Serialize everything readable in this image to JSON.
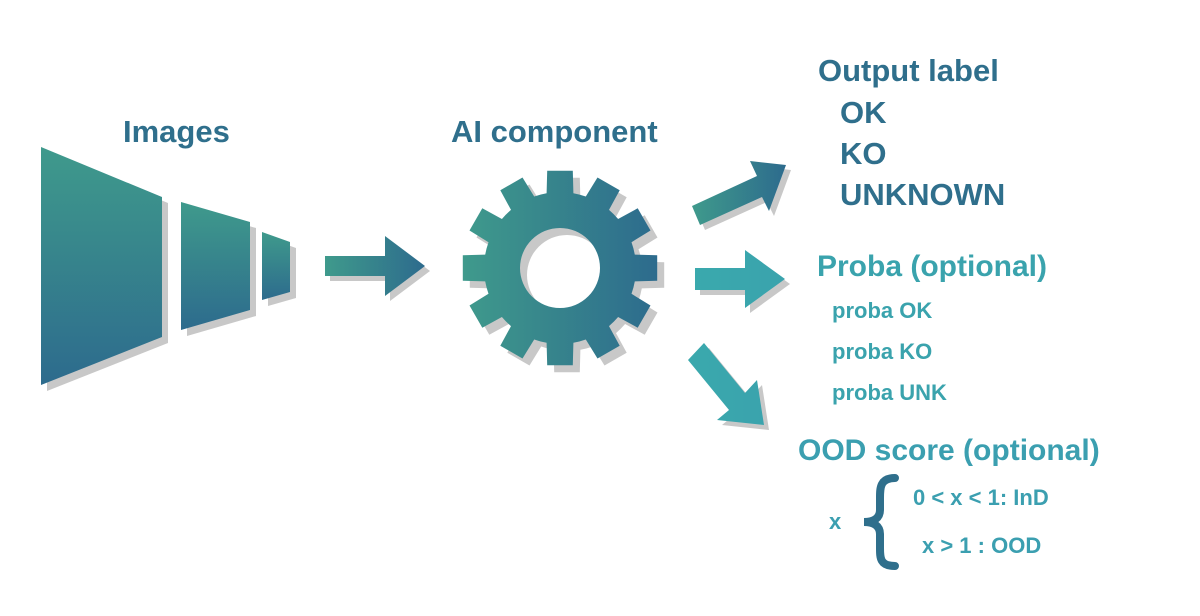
{
  "input": {
    "title": "Images"
  },
  "component": {
    "title": "AI component"
  },
  "outputs": {
    "label": {
      "title": "Output label",
      "values": [
        "OK",
        "KO",
        "UNKNOWN"
      ]
    },
    "proba": {
      "title": "Proba (optional)",
      "values": [
        "proba OK",
        "proba KO",
        "proba UNK"
      ]
    },
    "ood": {
      "title": "OOD score (optional)",
      "variable": "x",
      "cases": [
        "0 < x < 1: InD",
        "x > 1 : OOD"
      ]
    }
  },
  "colors": {
    "gradient_start": "#3f9a8c",
    "gradient_end": "#2d6b8d",
    "proba_arrow": "#3aa3ad",
    "shadow": "#c8c8c8",
    "brace": "#2f6f8c"
  },
  "icons": [
    "image-stack-icon",
    "gear-icon",
    "arrow-right-icon",
    "arrow-up-right-icon",
    "arrow-down-right-icon",
    "curly-brace-icon"
  ]
}
